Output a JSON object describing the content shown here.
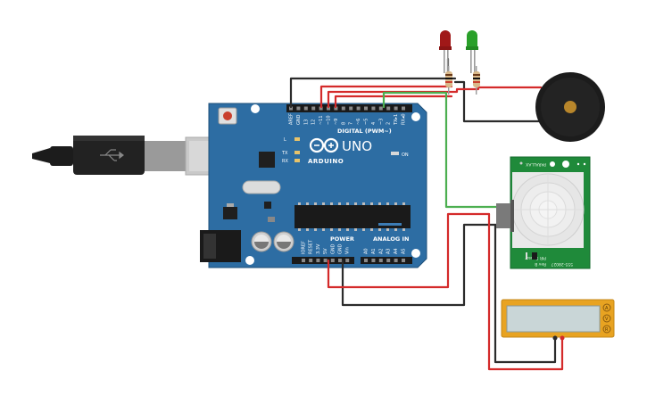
{
  "colors": {
    "board": "#2d6da3",
    "board_edge": "#1e4f78",
    "wire_black": "#2b2b2b",
    "wire_red": "#d42a2a",
    "wire_green": "#4caf50",
    "pir_pcb": "#1f8a3a",
    "multimeter": "#e8a321",
    "led_red": "#a01818",
    "led_green": "#2aa02a"
  },
  "arduino": {
    "logo": "ARDUINO",
    "model": "UNO",
    "digital_header": "DIGITAL (PWM~)",
    "power_header": "POWER",
    "analog_header": "ANALOG IN",
    "on_label": "ON",
    "led_l": "L",
    "led_tx": "TX",
    "led_rx": "RX",
    "digital_pins": [
      "AREF",
      "GND",
      "13",
      "12",
      "~11",
      "~10",
      "~9",
      "8",
      "7",
      "~6",
      "~5",
      "4",
      "~3",
      "2",
      "TX▸1",
      "RX◂0"
    ],
    "power_pins": [
      "IOREF",
      "RESET",
      "3.3V",
      "5V",
      "GND",
      "GND",
      "Vin"
    ],
    "analog_pins": [
      "A0",
      "A1",
      "A2",
      "A3",
      "A4",
      "A5"
    ]
  },
  "pir": {
    "title": "PARALLAX",
    "code": "555-28027",
    "rev": "Rev B",
    "name": "PIR Sensor"
  },
  "multimeter": {
    "buttons": [
      "A",
      "V",
      "R"
    ]
  }
}
